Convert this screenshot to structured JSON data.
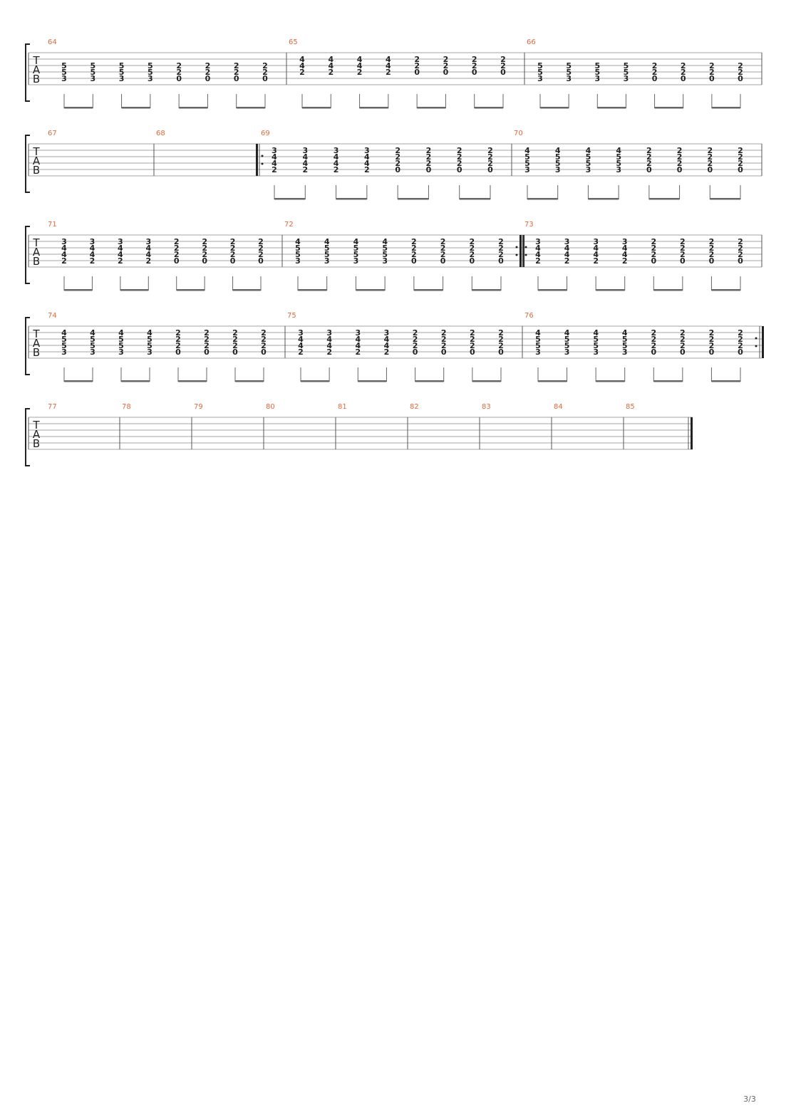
{
  "tab_clef": [
    "T",
    "A",
    "B"
  ],
  "colors": {
    "measure_number": "#e06a3b",
    "staff_line": "#a6a6a6",
    "barline": "#555555",
    "fret_text": "#222222",
    "beam": "#666666"
  },
  "page_number": "3/3",
  "systems": [
    {
      "measures": [
        {
          "number": "64",
          "beats": [
            [
              "",
              "5",
              "5",
              "3"
            ],
            [
              "",
              "5",
              "5",
              "3"
            ],
            [
              "",
              "5",
              "5",
              "3"
            ],
            [
              "",
              "5",
              "5",
              "3"
            ],
            [
              "",
              "2",
              "2",
              "0"
            ],
            [
              "",
              "2",
              "2",
              "0"
            ],
            [
              "",
              "2",
              "2",
              "0"
            ],
            [
              "",
              "2",
              "2",
              "0"
            ]
          ]
        },
        {
          "number": "65",
          "beats": [
            [
              "4",
              "4",
              "2",
              ""
            ],
            [
              "4",
              "4",
              "2",
              ""
            ],
            [
              "4",
              "4",
              "2",
              ""
            ],
            [
              "4",
              "4",
              "2",
              ""
            ],
            [
              "2",
              "2",
              "0",
              ""
            ],
            [
              "2",
              "2",
              "0",
              ""
            ],
            [
              "2",
              "2",
              "0",
              ""
            ],
            [
              "2",
              "2",
              "0",
              ""
            ]
          ]
        },
        {
          "number": "66",
          "beats": [
            [
              "",
              "5",
              "5",
              "3"
            ],
            [
              "",
              "5",
              "5",
              "3"
            ],
            [
              "",
              "5",
              "5",
              "3"
            ],
            [
              "",
              "5",
              "5",
              "3"
            ],
            [
              "",
              "2",
              "2",
              "0"
            ],
            [
              "",
              "2",
              "2",
              "0"
            ],
            [
              "",
              "2",
              "2",
              "0"
            ],
            [
              "",
              "2",
              "2",
              "0"
            ]
          ]
        }
      ]
    },
    {
      "measures": [
        {
          "number": "67",
          "beats": []
        },
        {
          "number": "68",
          "beats": []
        },
        {
          "number": "69",
          "repeat_start": true,
          "beats": [
            [
              "3",
              "4",
              "4",
              "2"
            ],
            [
              "3",
              "4",
              "4",
              "2"
            ],
            [
              "3",
              "4",
              "4",
              "2"
            ],
            [
              "3",
              "4",
              "4",
              "2"
            ],
            [
              "2",
              "2",
              "2",
              "0"
            ],
            [
              "2",
              "2",
              "2",
              "0"
            ],
            [
              "2",
              "2",
              "2",
              "0"
            ],
            [
              "2",
              "2",
              "2",
              "0"
            ]
          ]
        },
        {
          "number": "70",
          "beats": [
            [
              "4",
              "5",
              "5",
              "3"
            ],
            [
              "4",
              "5",
              "5",
              "3"
            ],
            [
              "4",
              "5",
              "5",
              "3"
            ],
            [
              "4",
              "5",
              "5",
              "3"
            ],
            [
              "2",
              "2",
              "2",
              "0"
            ],
            [
              "2",
              "2",
              "2",
              "0"
            ],
            [
              "2",
              "2",
              "2",
              "0"
            ],
            [
              "2",
              "2",
              "2",
              "0"
            ]
          ]
        }
      ]
    },
    {
      "measures": [
        {
          "number": "71",
          "beats": [
            [
              "3",
              "4",
              "4",
              "2"
            ],
            [
              "3",
              "4",
              "4",
              "2"
            ],
            [
              "3",
              "4",
              "4",
              "2"
            ],
            [
              "3",
              "4",
              "4",
              "2"
            ],
            [
              "2",
              "2",
              "2",
              "0"
            ],
            [
              "2",
              "2",
              "2",
              "0"
            ],
            [
              "2",
              "2",
              "2",
              "0"
            ],
            [
              "2",
              "2",
              "2",
              "0"
            ]
          ]
        },
        {
          "number": "72",
          "repeat_end": true,
          "beats": [
            [
              "4",
              "5",
              "5",
              "3"
            ],
            [
              "4",
              "5",
              "5",
              "3"
            ],
            [
              "4",
              "5",
              "5",
              "3"
            ],
            [
              "4",
              "5",
              "5",
              "3"
            ],
            [
              "2",
              "2",
              "2",
              "0"
            ],
            [
              "2",
              "2",
              "2",
              "0"
            ],
            [
              "2",
              "2",
              "2",
              "0"
            ],
            [
              "2",
              "2",
              "2",
              "0"
            ]
          ]
        },
        {
          "number": "73",
          "repeat_start": true,
          "beats": [
            [
              "3",
              "4",
              "4",
              "2"
            ],
            [
              "3",
              "4",
              "4",
              "2"
            ],
            [
              "3",
              "4",
              "4",
              "2"
            ],
            [
              "3",
              "4",
              "4",
              "2"
            ],
            [
              "2",
              "2",
              "2",
              "0"
            ],
            [
              "2",
              "2",
              "2",
              "0"
            ],
            [
              "2",
              "2",
              "2",
              "0"
            ],
            [
              "2",
              "2",
              "2",
              "0"
            ]
          ]
        }
      ]
    },
    {
      "measures": [
        {
          "number": "74",
          "beats": [
            [
              "4",
              "5",
              "5",
              "3"
            ],
            [
              "4",
              "5",
              "5",
              "3"
            ],
            [
              "4",
              "5",
              "5",
              "3"
            ],
            [
              "4",
              "5",
              "5",
              "3"
            ],
            [
              "2",
              "2",
              "2",
              "0"
            ],
            [
              "2",
              "2",
              "2",
              "0"
            ],
            [
              "2",
              "2",
              "2",
              "0"
            ],
            [
              "2",
              "2",
              "2",
              "0"
            ]
          ]
        },
        {
          "number": "75",
          "beats": [
            [
              "3",
              "4",
              "4",
              "2"
            ],
            [
              "3",
              "4",
              "4",
              "2"
            ],
            [
              "3",
              "4",
              "4",
              "2"
            ],
            [
              "3",
              "4",
              "4",
              "2"
            ],
            [
              "2",
              "2",
              "2",
              "0"
            ],
            [
              "2",
              "2",
              "2",
              "0"
            ],
            [
              "2",
              "2",
              "2",
              "0"
            ],
            [
              "2",
              "2",
              "2",
              "0"
            ]
          ]
        },
        {
          "number": "76",
          "repeat_end": true,
          "beats": [
            [
              "4",
              "5",
              "5",
              "3"
            ],
            [
              "4",
              "5",
              "5",
              "3"
            ],
            [
              "4",
              "5",
              "5",
              "3"
            ],
            [
              "4",
              "5",
              "5",
              "3"
            ],
            [
              "2",
              "2",
              "2",
              "0"
            ],
            [
              "2",
              "2",
              "2",
              "0"
            ],
            [
              "2",
              "2",
              "2",
              "0"
            ],
            [
              "2",
              "2",
              "2",
              "0"
            ]
          ]
        }
      ]
    },
    {
      "measures": [
        {
          "number": "77",
          "beats": []
        },
        {
          "number": "78",
          "beats": []
        },
        {
          "number": "79",
          "beats": []
        },
        {
          "number": "80",
          "beats": []
        },
        {
          "number": "81",
          "beats": []
        },
        {
          "number": "82",
          "beats": []
        },
        {
          "number": "83",
          "beats": []
        },
        {
          "number": "84",
          "beats": []
        },
        {
          "number": "85",
          "final": true,
          "beats": []
        }
      ]
    }
  ]
}
